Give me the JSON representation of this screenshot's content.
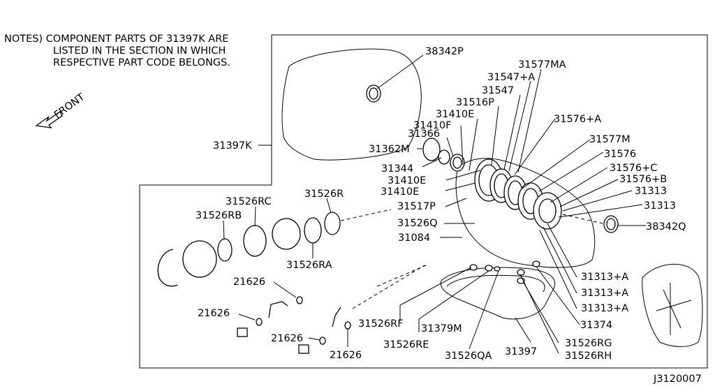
{
  "notes": {
    "line1": "NOTES) COMPONENT PARTS OF 31397K ARE",
    "line2": "LISTED IN THE SECTION IN WHICH",
    "line3": "RESPECTIVE PART CODE BELONGS."
  },
  "front_label": "FRONT",
  "figure_code": "J3120007",
  "callouts": {
    "p38342P": "38342P",
    "p31577MA": "31577MA",
    "p31547A": "31547+A",
    "p31547": "31547",
    "p31516P": "31516P",
    "p31410E_top": "31410E",
    "p31410F": "31410F",
    "p31366": "31366",
    "p31362M": "31362M",
    "p31397K": "31397K",
    "p31344": "31344",
    "p31410E_mid": "31410E",
    "p31410E_low": "31410E",
    "p31517P": "31517P",
    "p31526Q": "31526Q",
    "p31084": "31084",
    "p31576A": "31576+A",
    "p31577M": "31577M",
    "p31576": "31576",
    "p31576C": "31576+C",
    "p31576B": "31576+B",
    "p31313_a": "31313",
    "p31313_b": "31313",
    "p38342Q": "38342Q",
    "p31526RC": "31526RC",
    "p31526R": "31526R",
    "p31526RB": "31526RB",
    "p31526RA": "31526RA",
    "p21626_a": "21626",
    "p21626_b": "21626",
    "p21626_c": "21626",
    "p21626_d": "21626",
    "p31526RF": "31526RF",
    "p31379M": "31379M",
    "p31526RE": "31526RE",
    "p31526QA": "31526QA",
    "p31397": "31397",
    "p31526RG": "31526RG",
    "p31526RH": "31526RH",
    "p31374": "31374",
    "p31313A_1": "31313+A",
    "p31313A_2": "31313+A",
    "p31313A_3": "31313+A"
  }
}
